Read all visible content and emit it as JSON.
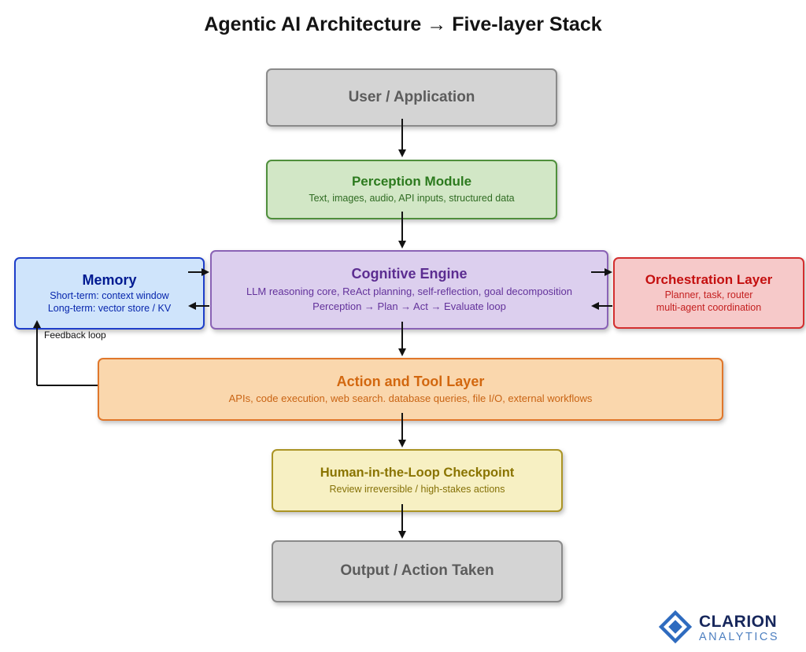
{
  "title": "Agentic AI Architecture → Five-layer Stack",
  "nodes": {
    "user": {
      "label": "User / Application"
    },
    "perception": {
      "label": "Perception Module",
      "subtitle": "Text, images, audio, API inputs, structured data"
    },
    "memory": {
      "label": "Memory",
      "lines": [
        "Short-term: context window",
        "Long-term: vector store / KV"
      ]
    },
    "cognitive": {
      "label": "Cognitive Engine",
      "lines": [
        "LLM reasoning core, ReAct planning, self-reflection, goal decomposition",
        "Perception → Plan → Act → Evaluate loop"
      ]
    },
    "orchestration": {
      "label": "Orchestration Layer",
      "lines": [
        "Planner, task, router",
        "multi-agent coordination"
      ]
    },
    "action": {
      "label": "Action and Tool Layer",
      "subtitle": "APIs, code execution, web search. database queries, file I/O, external workflows"
    },
    "hitl": {
      "label": "Human-in-the-Loop Checkpoint",
      "subtitle": "Review irreversible / high-stakes actions"
    },
    "output": {
      "label": "Output / Action Taken"
    }
  },
  "edges": {
    "feedback_label": "Feedback loop",
    "list": [
      {
        "from": "user",
        "to": "perception"
      },
      {
        "from": "perception",
        "to": "cognitive"
      },
      {
        "from": "memory",
        "to": "cognitive",
        "bidirectional": true
      },
      {
        "from": "cognitive",
        "to": "orchestration",
        "bidirectional": true
      },
      {
        "from": "cognitive",
        "to": "action"
      },
      {
        "from": "action",
        "to": "memory",
        "label": "Feedback loop"
      },
      {
        "from": "action",
        "to": "hitl"
      },
      {
        "from": "hitl",
        "to": "output"
      }
    ]
  },
  "logo": {
    "brand": "CLARION",
    "tagline": "ANALYTICS",
    "icon": "diamond-icon"
  },
  "colors": {
    "neutral_fill": "#d4d4d4",
    "neutral_border": "#8a8a8a",
    "neutral_text": "#5c5c5c",
    "perception_fill": "#d2e7c6",
    "perception_border": "#4f8f3c",
    "perception_text": "#2c7a1e",
    "memory_fill": "#cfe4fb",
    "memory_border": "#1e3ec9",
    "memory_text": "#001a91",
    "cognitive_fill": "#dccfee",
    "cognitive_border": "#8a63b5",
    "cognitive_text": "#5c2d91",
    "orchestration_fill": "#f6c9c9",
    "orchestration_border": "#d32f2f",
    "orchestration_text": "#c40f0f",
    "action_fill": "#fad7ad",
    "action_border": "#e0772b",
    "action_text": "#d2670f",
    "hitl_fill": "#f7f0c3",
    "hitl_border": "#ab9426",
    "hitl_text": "#8a7400",
    "arrow": "#121212",
    "logo_blue": "#2e6bbf",
    "logo_navy": "#17275c",
    "logo_light_blue": "#4d7fc0"
  }
}
